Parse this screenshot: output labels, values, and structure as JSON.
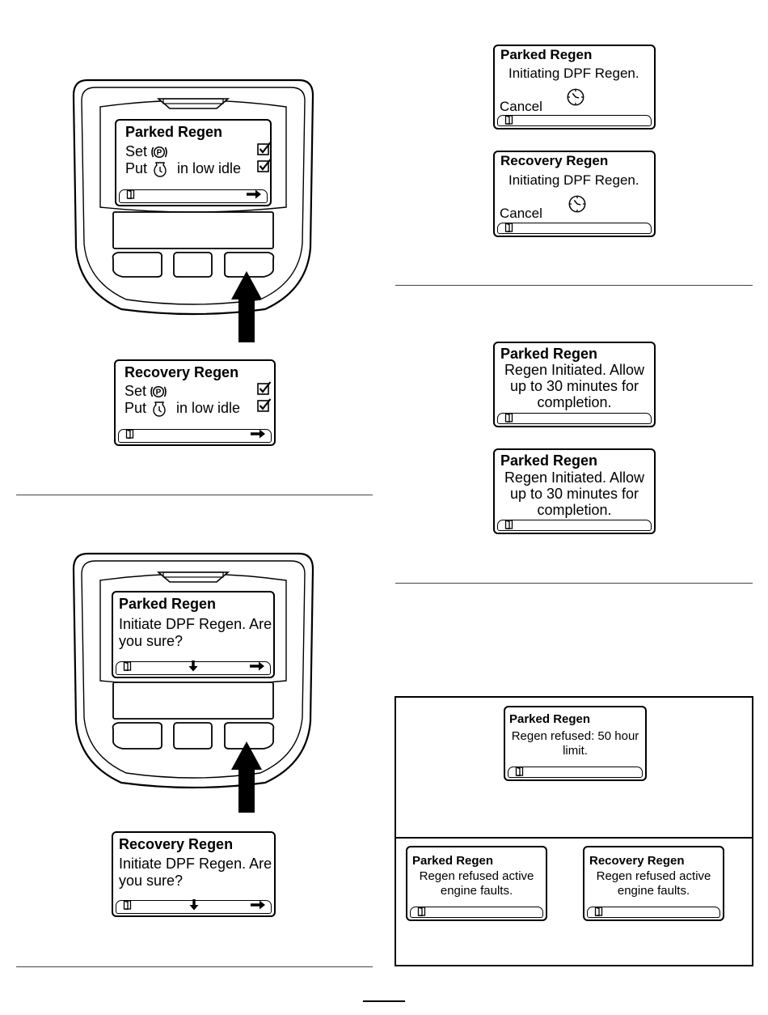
{
  "parked_set_screen": {
    "title": "Parked Regen",
    "line1_prefix": "Set",
    "line2_prefix": "Put",
    "line2_suffix": "in low idle"
  },
  "recovery_set_screen": {
    "title": "Recovery Regen",
    "line1_prefix": "Set",
    "line2_prefix": "Put",
    "line2_suffix": "in low idle"
  },
  "parked_initiate_screen": {
    "title": "Parked Regen",
    "line1": "Initiate DPF Regen. Are",
    "line2": "you sure?"
  },
  "recovery_initiate_screen": {
    "title": "Recovery Regen",
    "line1": "Initiate DPF Regen. Are",
    "line2": "you sure?"
  },
  "parked_initiating_screen": {
    "title": "Parked Regen",
    "message": "Initiating DPF Regen.",
    "cancel": "Cancel"
  },
  "recovery_initiating_screen": {
    "title": "Recovery Regen",
    "message": "Initiating DPF Regen.",
    "cancel": "Cancel"
  },
  "parked_initiated_screen_1": {
    "title": "Parked Regen",
    "line1": "Regen Initiated. Allow",
    "line2": "up to 30 minutes for",
    "line3": "completion."
  },
  "parked_initiated_screen_2": {
    "title": "Parked Regen",
    "line1": "Regen Initiated. Allow",
    "line2": "up to 30 minutes for",
    "line3": "completion."
  },
  "refused_limit_screen": {
    "title": "Parked Regen",
    "line1": "Regen refused: 50 hour",
    "line2": "limit."
  },
  "refused_faults_parked_screen": {
    "title": "Parked Regen",
    "line1": "Regen refused active",
    "line2": "engine faults."
  },
  "refused_faults_recovery_screen": {
    "title": "Recovery Regen",
    "line1": "Regen refused active",
    "line2": "engine faults."
  }
}
